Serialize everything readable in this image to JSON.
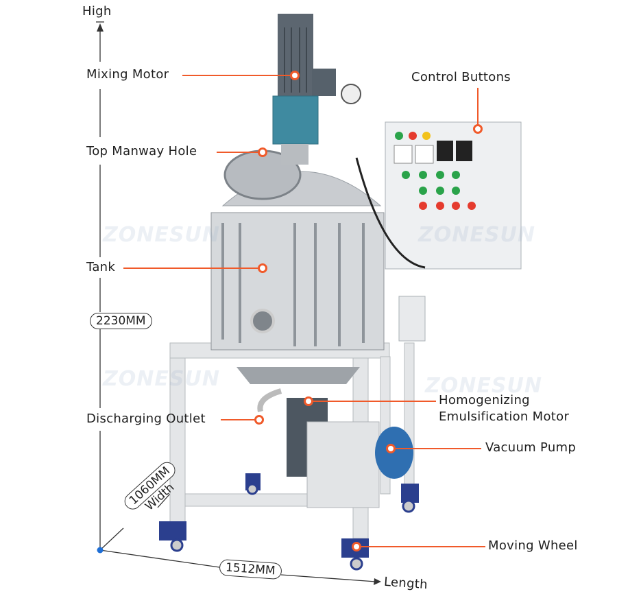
{
  "watermark": "ZONESUN",
  "dimensions": {
    "high": "High",
    "height": "2230MM",
    "width_value": "1060MM",
    "width_label": "Width",
    "length_value": "1512MM",
    "length_label": "Length"
  },
  "callouts": {
    "mixing_motor": "Mixing Motor",
    "manway": "Top Manway Hole",
    "tank": "Tank",
    "discharge": "Discharging Outlet",
    "control": "Control Buttons",
    "homog_1": "Homogenizing",
    "homog_2": "Emulsification Motor",
    "pump": "Vacuum Pump",
    "wheel": "Moving Wheel"
  },
  "colors": {
    "accent": "#f05a2a",
    "axis_dot": "#1f6fd6"
  }
}
